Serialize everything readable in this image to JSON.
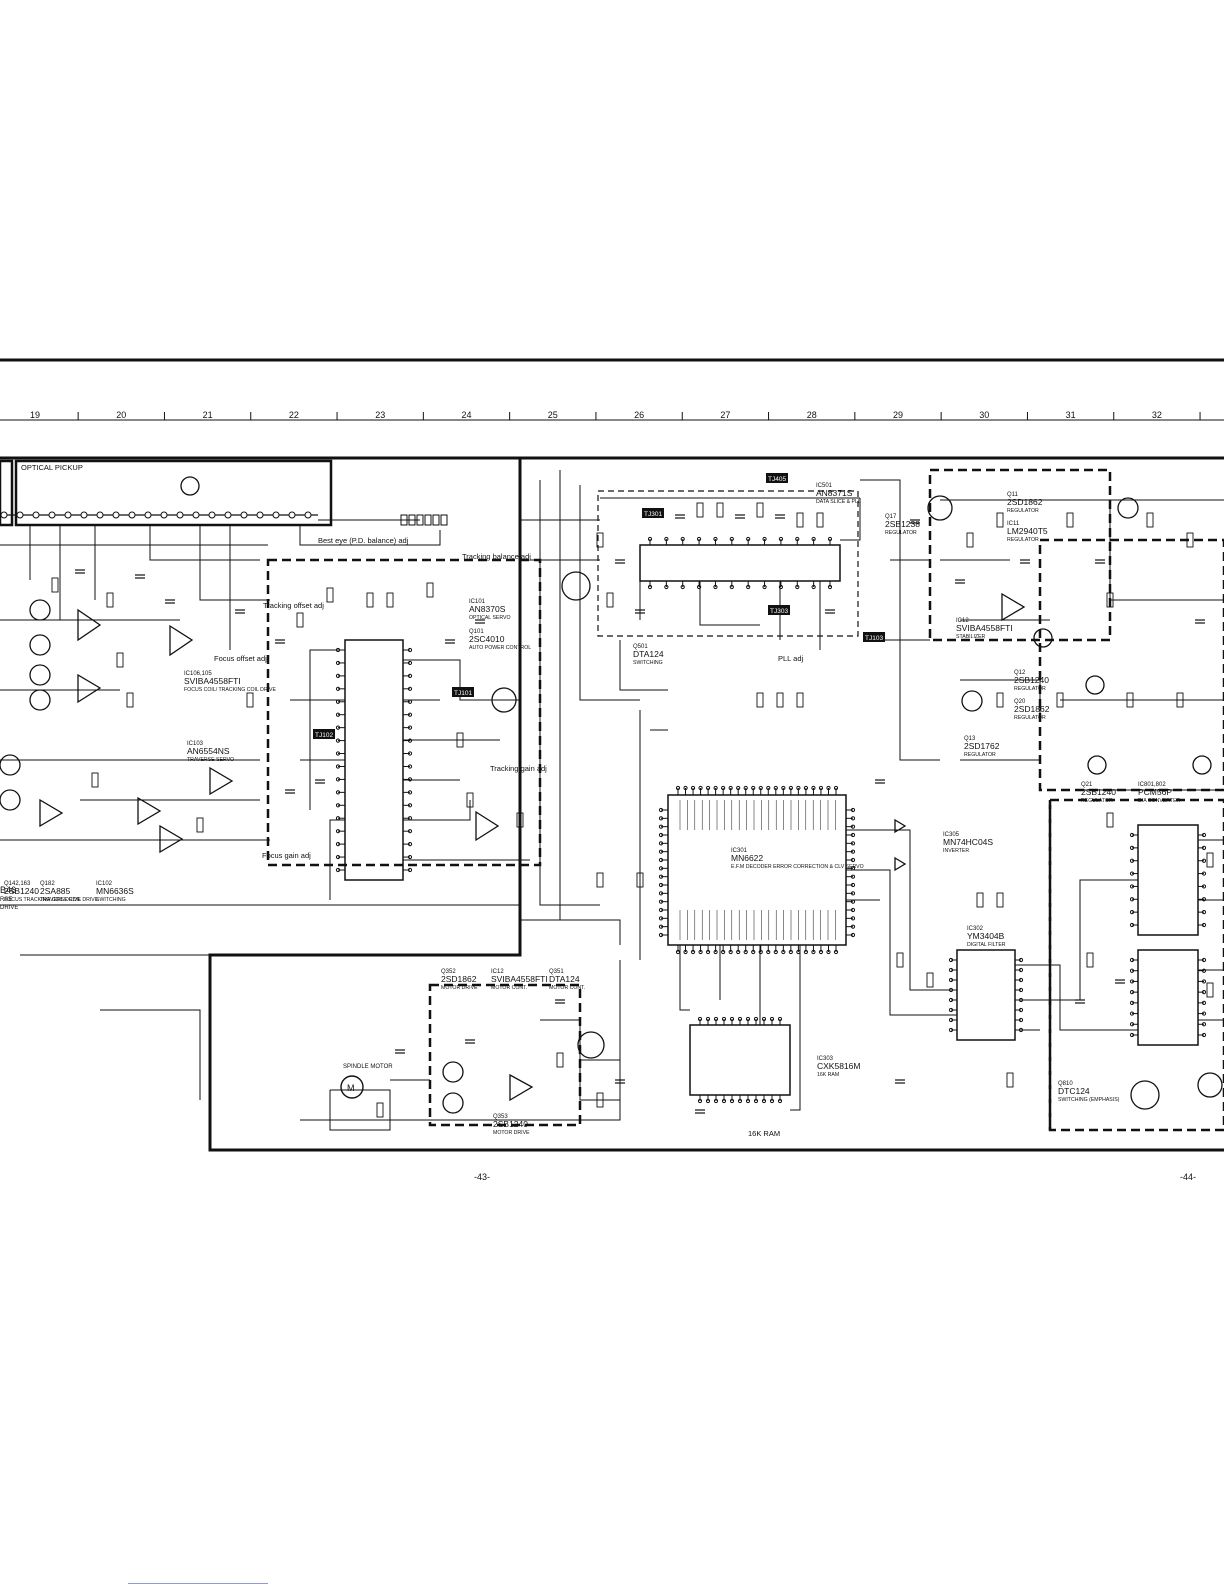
{
  "ruler": {
    "numbers": [
      "19",
      "20",
      "21",
      "22",
      "23",
      "24",
      "25",
      "26",
      "27",
      "28",
      "29",
      "30",
      "31",
      "32"
    ]
  },
  "labels": {
    "optical_pickup": "OPTICAL PICKUP",
    "best_eye": "Best eye (P.D. balance) adj",
    "tracking_balance": "Tracking balance adj",
    "tracking_offset": "Tracking offset adj",
    "focus_offset": "Focus offset adj",
    "tracking_gain": "Tracking gain adj",
    "focus_gain": "Focus gain adj",
    "pll_adj": "PLL adj",
    "spindle_motor": "SPINDLE MOTOR",
    "ram_16k": "16K RAM"
  },
  "test_points": [
    "TJ405",
    "TJ301",
    "TJ303",
    "TJ102",
    "TJ101",
    "TJ103"
  ],
  "components": [
    {
      "ref": "IC501",
      "part": "AN8371S",
      "desc": "DATA SLICE & PLL"
    },
    {
      "ref": "IC101",
      "part": "AN8370S",
      "desc": "OPTICAL SERVO"
    },
    {
      "ref": "Q101",
      "part": "2SC4010",
      "desc": "AUTO POWER CONTROL"
    },
    {
      "ref": "IC106,105",
      "part": "SVIBA4558FTI",
      "desc": "FOCUS COIL/ TRACKING COIL DRIVE"
    },
    {
      "ref": "IC103",
      "part": "AN6554NS",
      "desc": "TRAVERSE SERVO"
    },
    {
      "ref": "Q142,163",
      "part": "2SB1240",
      "desc": "FOCUS TRACKING COIL DRIVE"
    },
    {
      "ref": "Q182",
      "part": "2SA885",
      "desc": "TRAVERSE COIL DRIVE"
    },
    {
      "ref": "IC102",
      "part": "MN6636S",
      "desc": "SWITCHING"
    },
    {
      "ref": "Q501",
      "part": "DTA124",
      "desc": "SWITCHING"
    },
    {
      "ref": "IC301",
      "part": "MN6622",
      "desc": "E.F.M DECODER ERROR CORRECTION & CLV SERVO"
    },
    {
      "ref": "IC305",
      "part": "MN74HC04S",
      "desc": "INVERTER"
    },
    {
      "ref": "IC302",
      "part": "YM3404B",
      "desc": "DIGITAL FILTER"
    },
    {
      "ref": "IC303",
      "part": "CXK5816M",
      "desc": "16K RAM"
    },
    {
      "ref": "Q352",
      "part": "2SD1862",
      "desc": "MOTOR DRIVE"
    },
    {
      "ref": "IC12",
      "part": "SVIBA4558FTI",
      "desc": "MOTOR CONT."
    },
    {
      "ref": "Q351",
      "part": "DTA124",
      "desc": "MOTOR CONT."
    },
    {
      "ref": "Q353",
      "part": "2SB1240",
      "desc": "MOTOR DRIVE"
    },
    {
      "ref": "Q17",
      "part": "2SB1238",
      "desc": "REGULATOR"
    },
    {
      "ref": "Q11",
      "part": "2SD1862",
      "desc": "REGULATOR"
    },
    {
      "ref": "IC11",
      "part": "LM2940T5",
      "desc": "REGULATOR"
    },
    {
      "ref": "IC12",
      "part": "SVIBA4558FTI",
      "desc": "STABILIZER"
    },
    {
      "ref": "Q12",
      "part": "2SB1240",
      "desc": "REGULATOR"
    },
    {
      "ref": "Q20",
      "part": "2SD1862",
      "desc": "REGULATOR"
    },
    {
      "ref": "Q13",
      "part": "2SD1762",
      "desc": "REGULATOR"
    },
    {
      "ref": "Q21",
      "part": "2SB1240",
      "desc": "REGULATOR"
    },
    {
      "ref": "IC801,802",
      "part": "PCM56P",
      "desc": "D/A CONVERTER"
    },
    {
      "ref": "Q810",
      "part": "DTC124",
      "desc": "SWITCHING (EMPHASIS)"
    }
  ],
  "left_partial": [
    "B46",
    "RSE",
    "DRIVE"
  ],
  "page_numbers": [
    "-43-",
    "-44-"
  ]
}
